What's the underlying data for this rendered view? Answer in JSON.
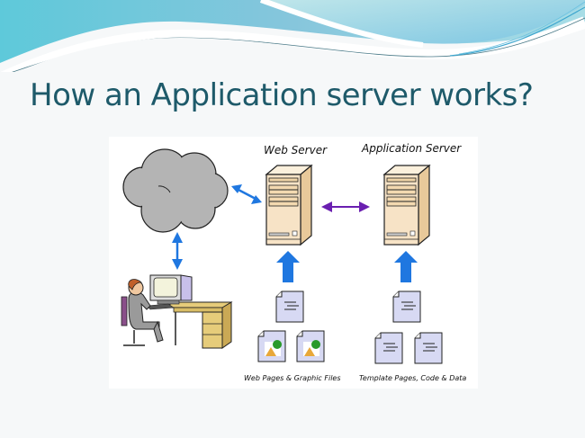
{
  "slide": {
    "title": "How an Application server works?",
    "theme_colors": {
      "title": "#1e5a6a",
      "wave_light": "#8fd3e0",
      "wave_dark": "#5fb8d0",
      "background": "#f6f8f9"
    }
  },
  "diagram": {
    "nodes": {
      "internet": {
        "label": "",
        "icon": "cloud-icon",
        "color": "#b4b4b4"
      },
      "client": {
        "label": "",
        "icon": "user-at-computer-icon"
      },
      "web_server": {
        "label": "Web Server",
        "icon": "server-tower-icon",
        "color": "#f7e3c6"
      },
      "app_server": {
        "label": "Application Server",
        "icon": "server-tower-icon",
        "color": "#f7e3c6"
      },
      "web_files": {
        "label": "Web Pages & Graphic Files",
        "icons": [
          "document-icon",
          "image-file-icon",
          "image-file-icon"
        ]
      },
      "template_files": {
        "label": "Template Pages, Code & Data",
        "icons": [
          "document-icon",
          "document-icon",
          "document-icon"
        ]
      }
    },
    "edges": [
      {
        "from": "internet",
        "to": "web_server",
        "type": "bidirectional",
        "color": "#1f77e0"
      },
      {
        "from": "internet",
        "to": "client",
        "type": "bidirectional",
        "color": "#1f77e0"
      },
      {
        "from": "web_server",
        "to": "app_server",
        "type": "bidirectional",
        "color": "#6a1fb0"
      },
      {
        "from": "web_files",
        "to": "web_server",
        "type": "up",
        "color": "#1f77e0"
      },
      {
        "from": "template_files",
        "to": "app_server",
        "type": "up",
        "color": "#1f77e0"
      }
    ],
    "colors": {
      "doc_fill": "#d7d9f3",
      "doc_stroke": "#222222",
      "desk": "#e6cc7a",
      "monitor": "#f3f3dc"
    }
  }
}
